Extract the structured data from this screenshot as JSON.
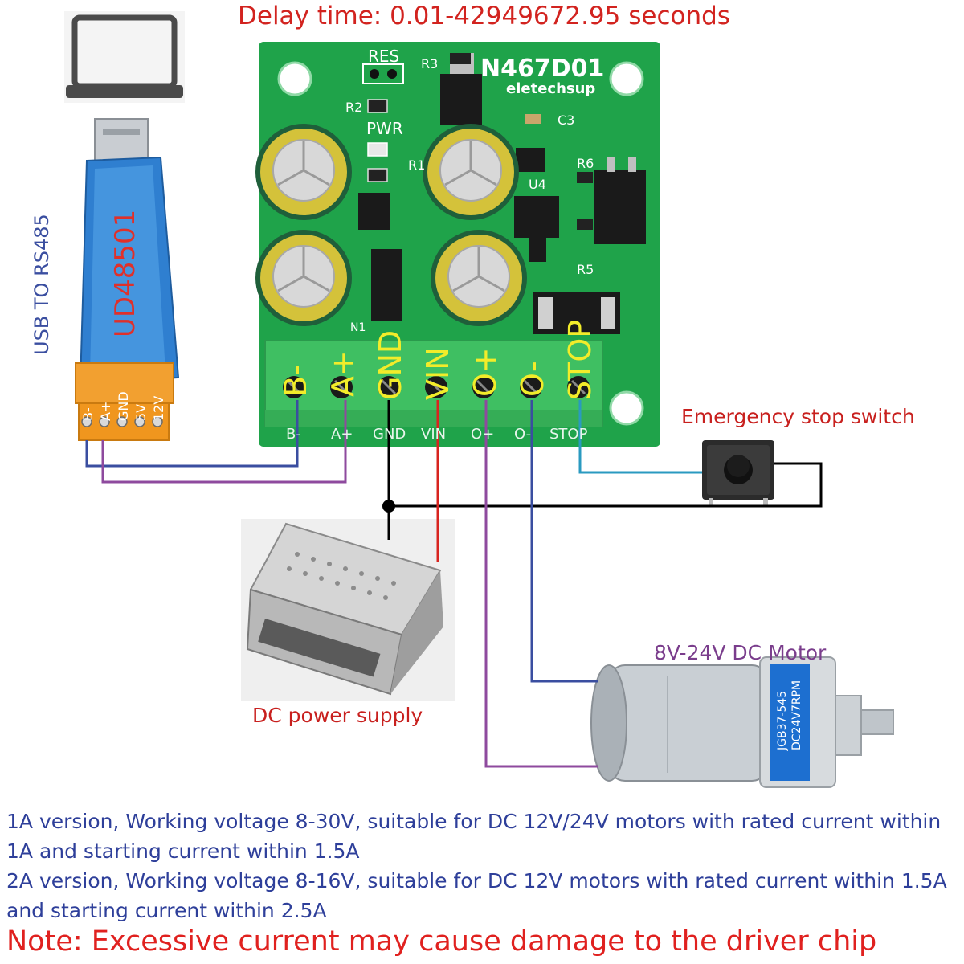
{
  "header": {
    "title": "Delay time: 0.01-42949672.95 seconds"
  },
  "board": {
    "model": "N467D01",
    "brand": "eletechsup",
    "silk": {
      "res": "RES",
      "pwr": "PWR",
      "r1": "R1",
      "r2": "R2",
      "r3": "R3",
      "r5": "R5",
      "r6": "R6",
      "c3": "C3",
      "u4": "U4",
      "n1": "N1"
    },
    "terminals": [
      "B-",
      "A+",
      "GND",
      "VIN",
      "O+",
      "O-",
      "STOP"
    ],
    "bottom_labels": [
      "B-",
      "A+",
      "GND",
      "VIN",
      "O+",
      "O-",
      "STOP"
    ]
  },
  "usb_adapter": {
    "side_label": "USB TO RS485",
    "model": "UD48501",
    "pins": [
      "B-",
      "A+",
      "GND",
      "5V",
      "12V"
    ]
  },
  "labels": {
    "emergency_stop": "Emergency stop switch",
    "motor": "8V-24V DC Motor",
    "power_supply": "DC power supply",
    "motor_sticker_1": "JGB37-545",
    "motor_sticker_2": "DC24V7RPM"
  },
  "notes": {
    "line1": "1A version, Working voltage 8-30V, suitable for DC 12V/24V motors with rated current within 1A and starting current within 1.5A",
    "line2": "2A version, Working voltage 8-16V, suitable for DC 12V motors with rated current within 1.5A and starting current within 2.5A",
    "warning": "Note: Excessive current may cause damage to the driver chip"
  },
  "colors": {
    "pcb_green": "#1fa34a",
    "terminal_green": "#3fbf62",
    "wire_blue": "#3a4ea0",
    "wire_purple": "#8e4a9e",
    "wire_red": "#d8241f",
    "wire_black": "#000000",
    "wire_cyan": "#2a9ac0",
    "title_red": "#d2231f",
    "text_blue": "#2e3f9a"
  }
}
